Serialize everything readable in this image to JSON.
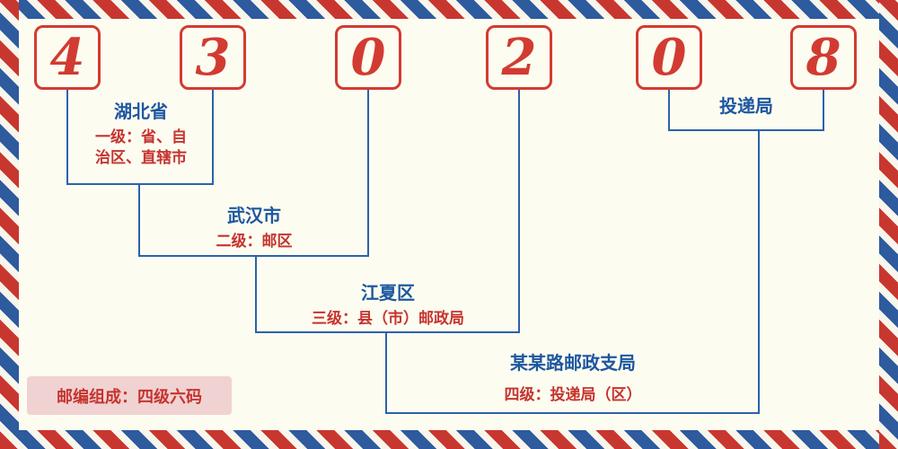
{
  "postal_code_digits": [
    "4",
    "3",
    "0",
    "2",
    "0",
    "8"
  ],
  "levels": {
    "level1": {
      "name": "湖北省",
      "desc_line1": "一级：省、自",
      "desc_line2": "治区、直辖市"
    },
    "level2": {
      "name": "武汉市",
      "desc": "二级：邮区"
    },
    "level3": {
      "name": "江夏区",
      "desc": "三级：县（市）邮政局"
    },
    "level4": {
      "name": "某某路邮政支局",
      "desc": "四级：投递局（区）"
    },
    "delivery": {
      "name": "投递局"
    }
  },
  "footer": {
    "label": "邮编组成：四级六码"
  },
  "colors": {
    "digit_red": "#d23b31",
    "line_blue": "#2b62ac",
    "label_blue": "#1d57a0",
    "text_red": "#c5342f",
    "footer_bg": "#f1d2d2",
    "background": "#fdfcf1",
    "stripe_red": "#c8372f",
    "stripe_blue": "#2e5a9e"
  }
}
